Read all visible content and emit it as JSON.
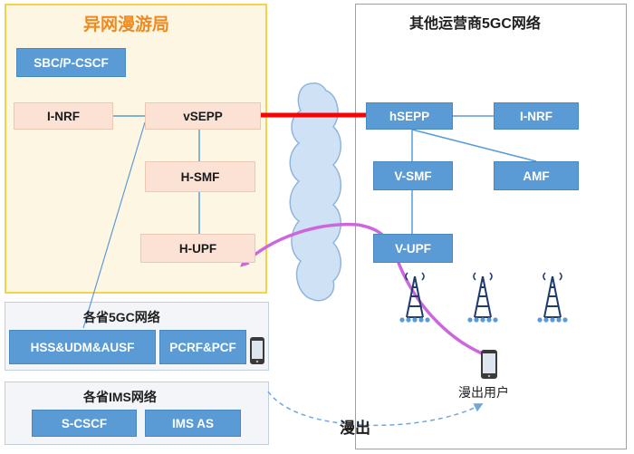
{
  "regions": {
    "roaming_office": "异网漫游局",
    "other_carrier": "其他运营商5GC网络",
    "province_5g": "各省5GC网络",
    "province_ims": "各省IMS网络"
  },
  "nodes": {
    "sbc_pcscf": "SBC/P-CSCF",
    "inrf_left": "I-NRF",
    "vsepp": "vSEPP",
    "hsmf": "H-SMF",
    "hupf": "H-UPF",
    "hsepp": "hSEPP",
    "inrf_right": "I-NRF",
    "vsmf": "V-SMF",
    "amf": "AMF",
    "vupf": "V-UPF",
    "hss_udm_ausf": "HSS&UDM&AUSF",
    "pcrf_pcf": "PCRF&PCF",
    "scscf": "S-CSCF",
    "ims_as": "IMS AS"
  },
  "labels": {
    "roaming_user": "漫出用户",
    "roam_out": "漫出"
  },
  "colors": {
    "node_blue": "#5b9bd5",
    "node_peach": "#fbe2d5",
    "roam_title": "#ef8a1f",
    "roam_region_border": "#f2d34a",
    "sepp_link": "#ff0000",
    "user_path": "#cc66dd",
    "dashed_path": "#6fa8dc",
    "cloud": "#cfe2f5"
  }
}
